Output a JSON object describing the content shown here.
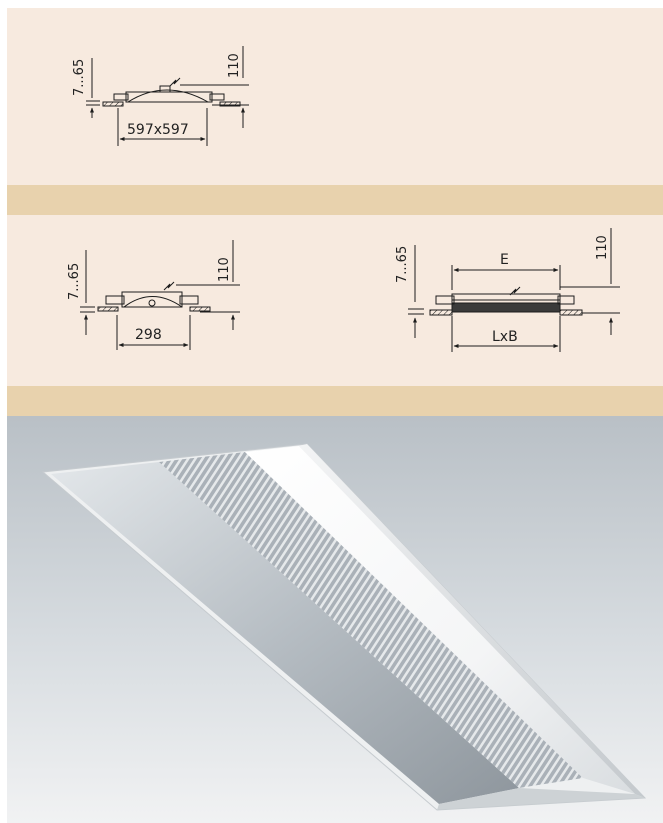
{
  "colors": {
    "panel": "#f7eadf",
    "stripe": "#e8d2ad",
    "line": "#1c1c1c"
  },
  "drawing_1": {
    "height_label": "7...65",
    "overall_height": "110",
    "width_label": "597x597"
  },
  "drawing_2": {
    "height_label": "7...65",
    "overall_height": "110",
    "width_label": "298"
  },
  "drawing_3": {
    "height_label": "7...65",
    "overall_height": "110",
    "lamp_label": "E",
    "width_label": "LxB"
  },
  "photo": {
    "subject": "recessed-linear-luminaire-with-louvre"
  }
}
